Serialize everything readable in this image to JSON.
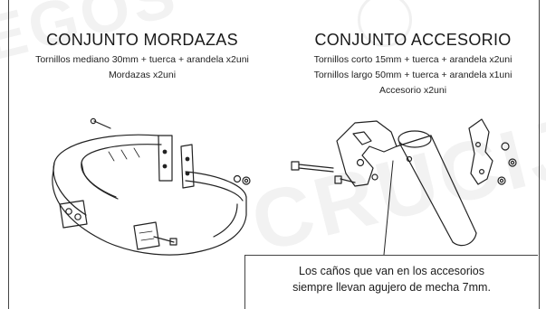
{
  "watermark": {
    "text": "CRUCIJUEGOS"
  },
  "left": {
    "title": "CONJUNTO MORDAZAS",
    "lines": [
      "Tornillos mediano 30mm + tuerca + arandela x2uni",
      "Mordazas x2uni"
    ]
  },
  "right": {
    "title": "CONJUNTO ACCESORIO",
    "lines": [
      "Tornillos corto 15mm + tuerca + arandela x2uni",
      "Tornillos largo 50mm + tuerca + arandela x1uni",
      "Accesorio x2uni"
    ]
  },
  "note": {
    "lines": [
      "Los caños que van en los accesorios",
      "siempre llevan agujero de mecha 7mm."
    ]
  },
  "colors": {
    "line": "#222222",
    "watermark": "#f2f2f2",
    "background": "#ffffff"
  }
}
